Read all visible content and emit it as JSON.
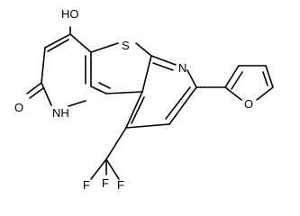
{
  "atoms": {
    "oh": "HO",
    "carbonyl_o": "O",
    "nh": "NH",
    "nh_h": "1",
    "ring_s": "S",
    "ring_n": "N",
    "furan_o": "O",
    "f_top": "F",
    "f_left": "F",
    "f_right": "F"
  },
  "colors": {
    "bond": "#000000",
    "label": "#000000",
    "background": "#ffffff"
  }
}
